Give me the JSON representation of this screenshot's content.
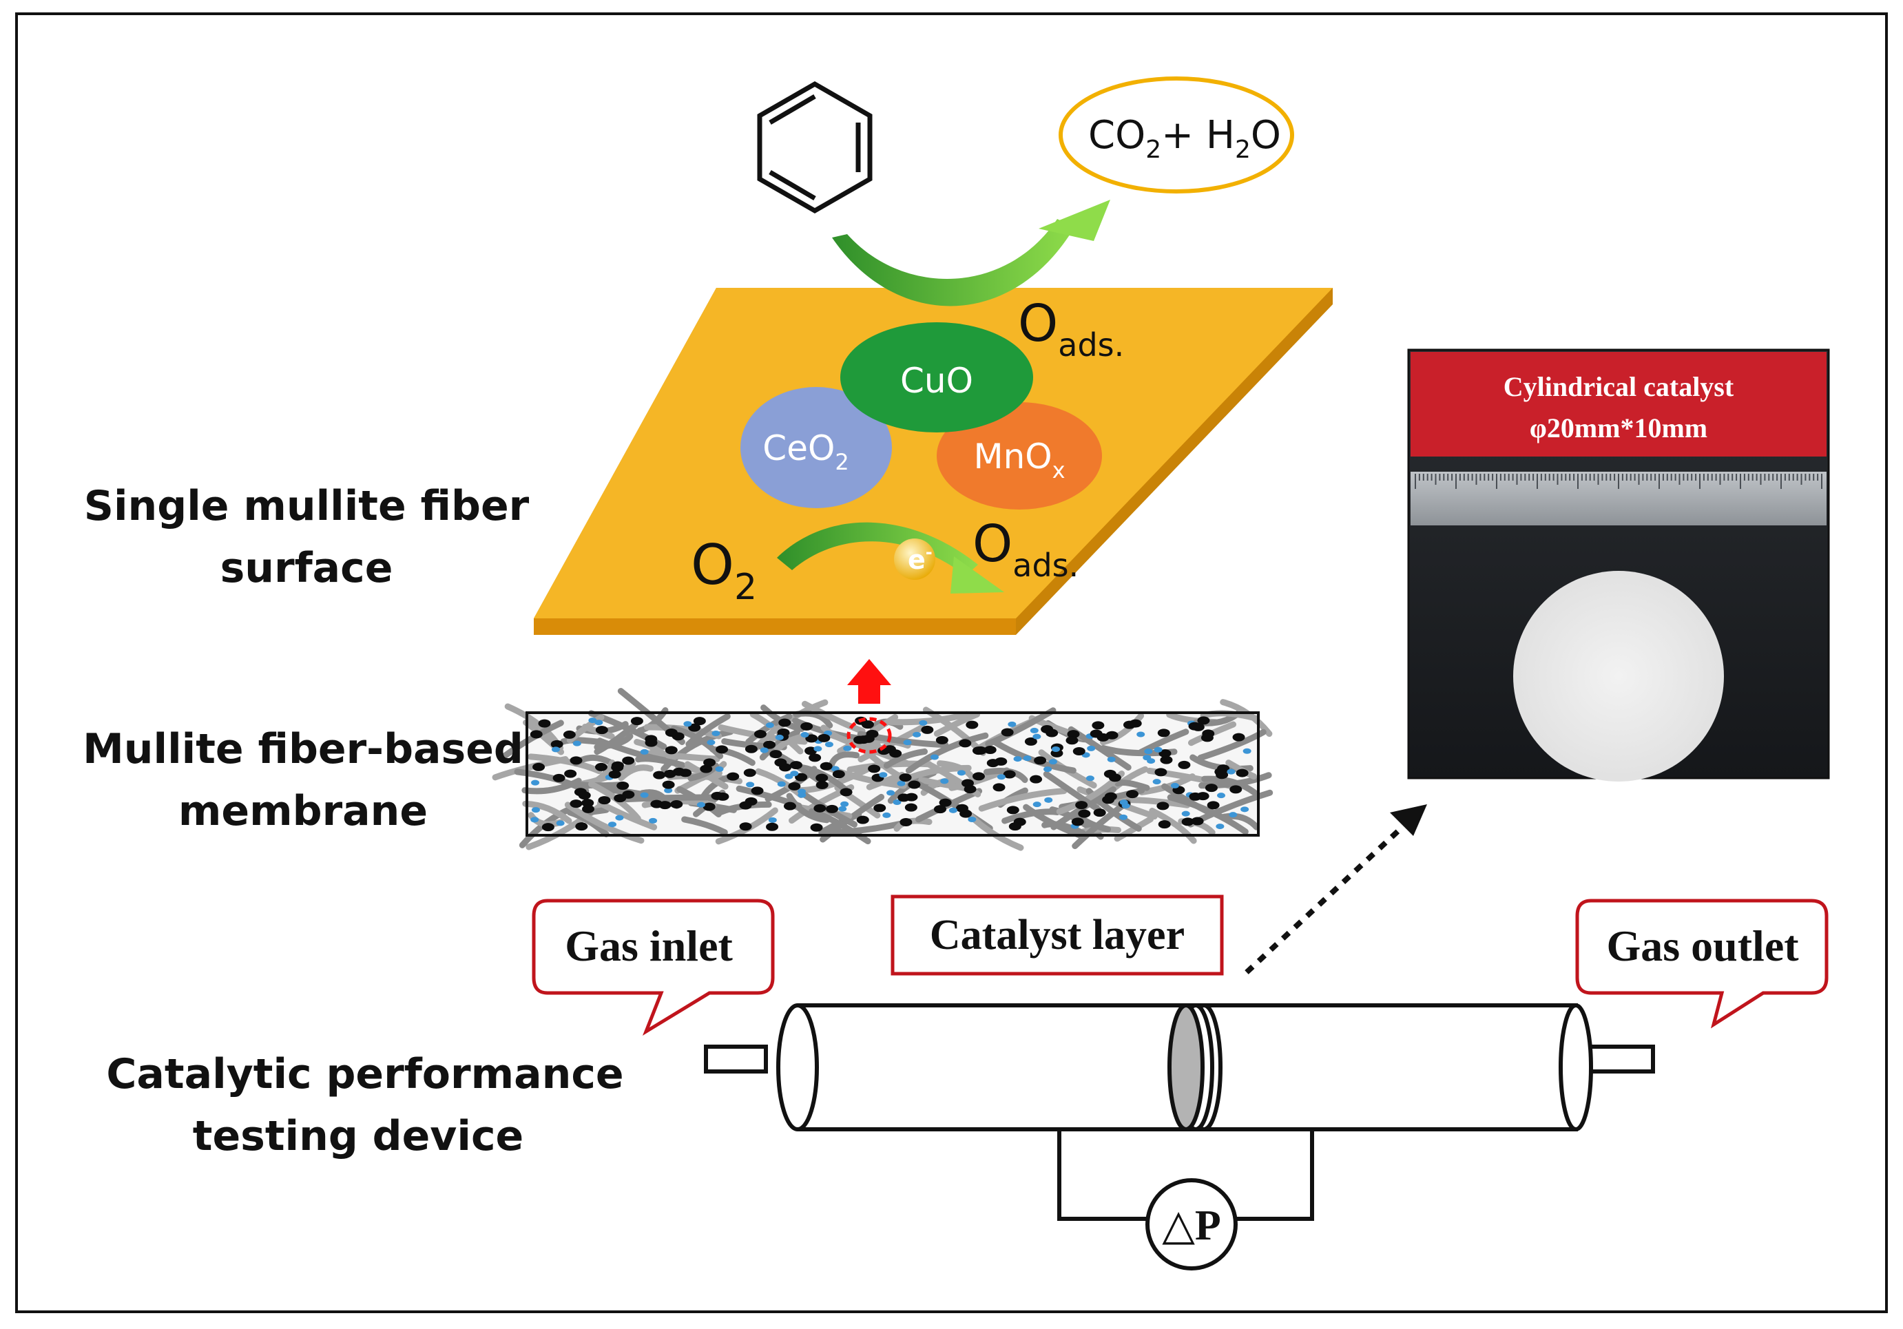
{
  "labels": {
    "single_fiber_line1": "Single mullite fiber",
    "single_fiber_line2": "surface",
    "membrane_line1": "Mullite fiber-based",
    "membrane_line2": "membrane",
    "device_line1": "Catalytic performance",
    "device_line2": "testing device"
  },
  "reaction": {
    "product_co": "CO",
    "product_co_sub": "2",
    "product_plus": "+ H",
    "product_h_sub": "2",
    "product_o": "O",
    "o_ads_top": "O",
    "o_ads_top_sub": "ads.",
    "o_ads_bottom": "O",
    "o_ads_bottom_sub": "ads.",
    "oxygen": "O",
    "oxygen_sub": "2",
    "electron": "e",
    "electron_sup": "-"
  },
  "catalysts": {
    "cuo": "CuO",
    "ceo2": "CeO",
    "ceo2_sub": "2",
    "mnox": "MnO",
    "mnox_sub": "x"
  },
  "photo": {
    "title_line1": "Cylindrical catalyst",
    "title_line2": "φ20mm*10mm"
  },
  "device": {
    "gas_inlet": "Gas inlet",
    "catalyst_layer": "Catalyst layer",
    "gas_outlet": "Gas outlet",
    "pressure": "△P"
  },
  "colors": {
    "plate": "#f5b626",
    "plate_side": "#e49b10",
    "cuo": "#1f9a3a",
    "ceo2": "#8a9fd6",
    "mnox": "#f07a2c",
    "arrow_green": "#5fbf3a",
    "callout_red": "#c0141c",
    "product_ring": "#f2b000",
    "photo_banner": "#c9202a"
  }
}
